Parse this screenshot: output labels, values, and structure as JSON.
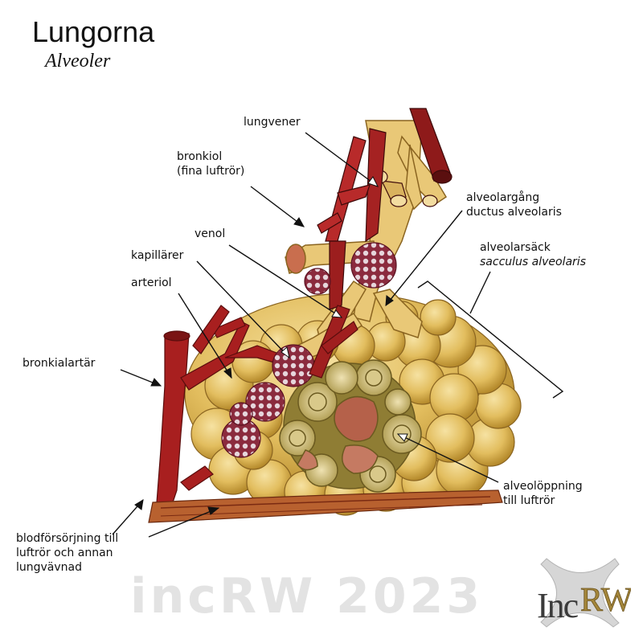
{
  "title": "Lungorna",
  "subtitle": "Alveoler",
  "labels": {
    "lungvener": "lungvener",
    "bronkiol_1": "bronkiol",
    "bronkiol_2": "(fina luftrör)",
    "alveolargang_1": "alveolargång",
    "alveolargang_2": "ductus alveolaris",
    "venol": "venol",
    "kapillarer": "kapillärer",
    "alveolarsack_1": "alveolarsäck",
    "alveolarsack_2": "sacculus alveolaris",
    "arteriol": "arteriol",
    "bronkialartar": "bronkialartär",
    "alveoloppning_1": "alveolöppning",
    "alveoloppning_2": "till luftrör",
    "blodforsorjning_1": "blodförsörjning till",
    "blodforsorjning_2": "luftrör och annan",
    "blodforsorjning_3": "lungvävnad"
  },
  "watermark": "incRW 2023",
  "logo_text": "IncRW",
  "colors": {
    "alveoli": "#e6c15a",
    "alveoli_dark": "#b8902e",
    "artery": "#9e1b1b",
    "vein_tissue": "#c7953f",
    "capillary": "#8b2b3e"
  }
}
